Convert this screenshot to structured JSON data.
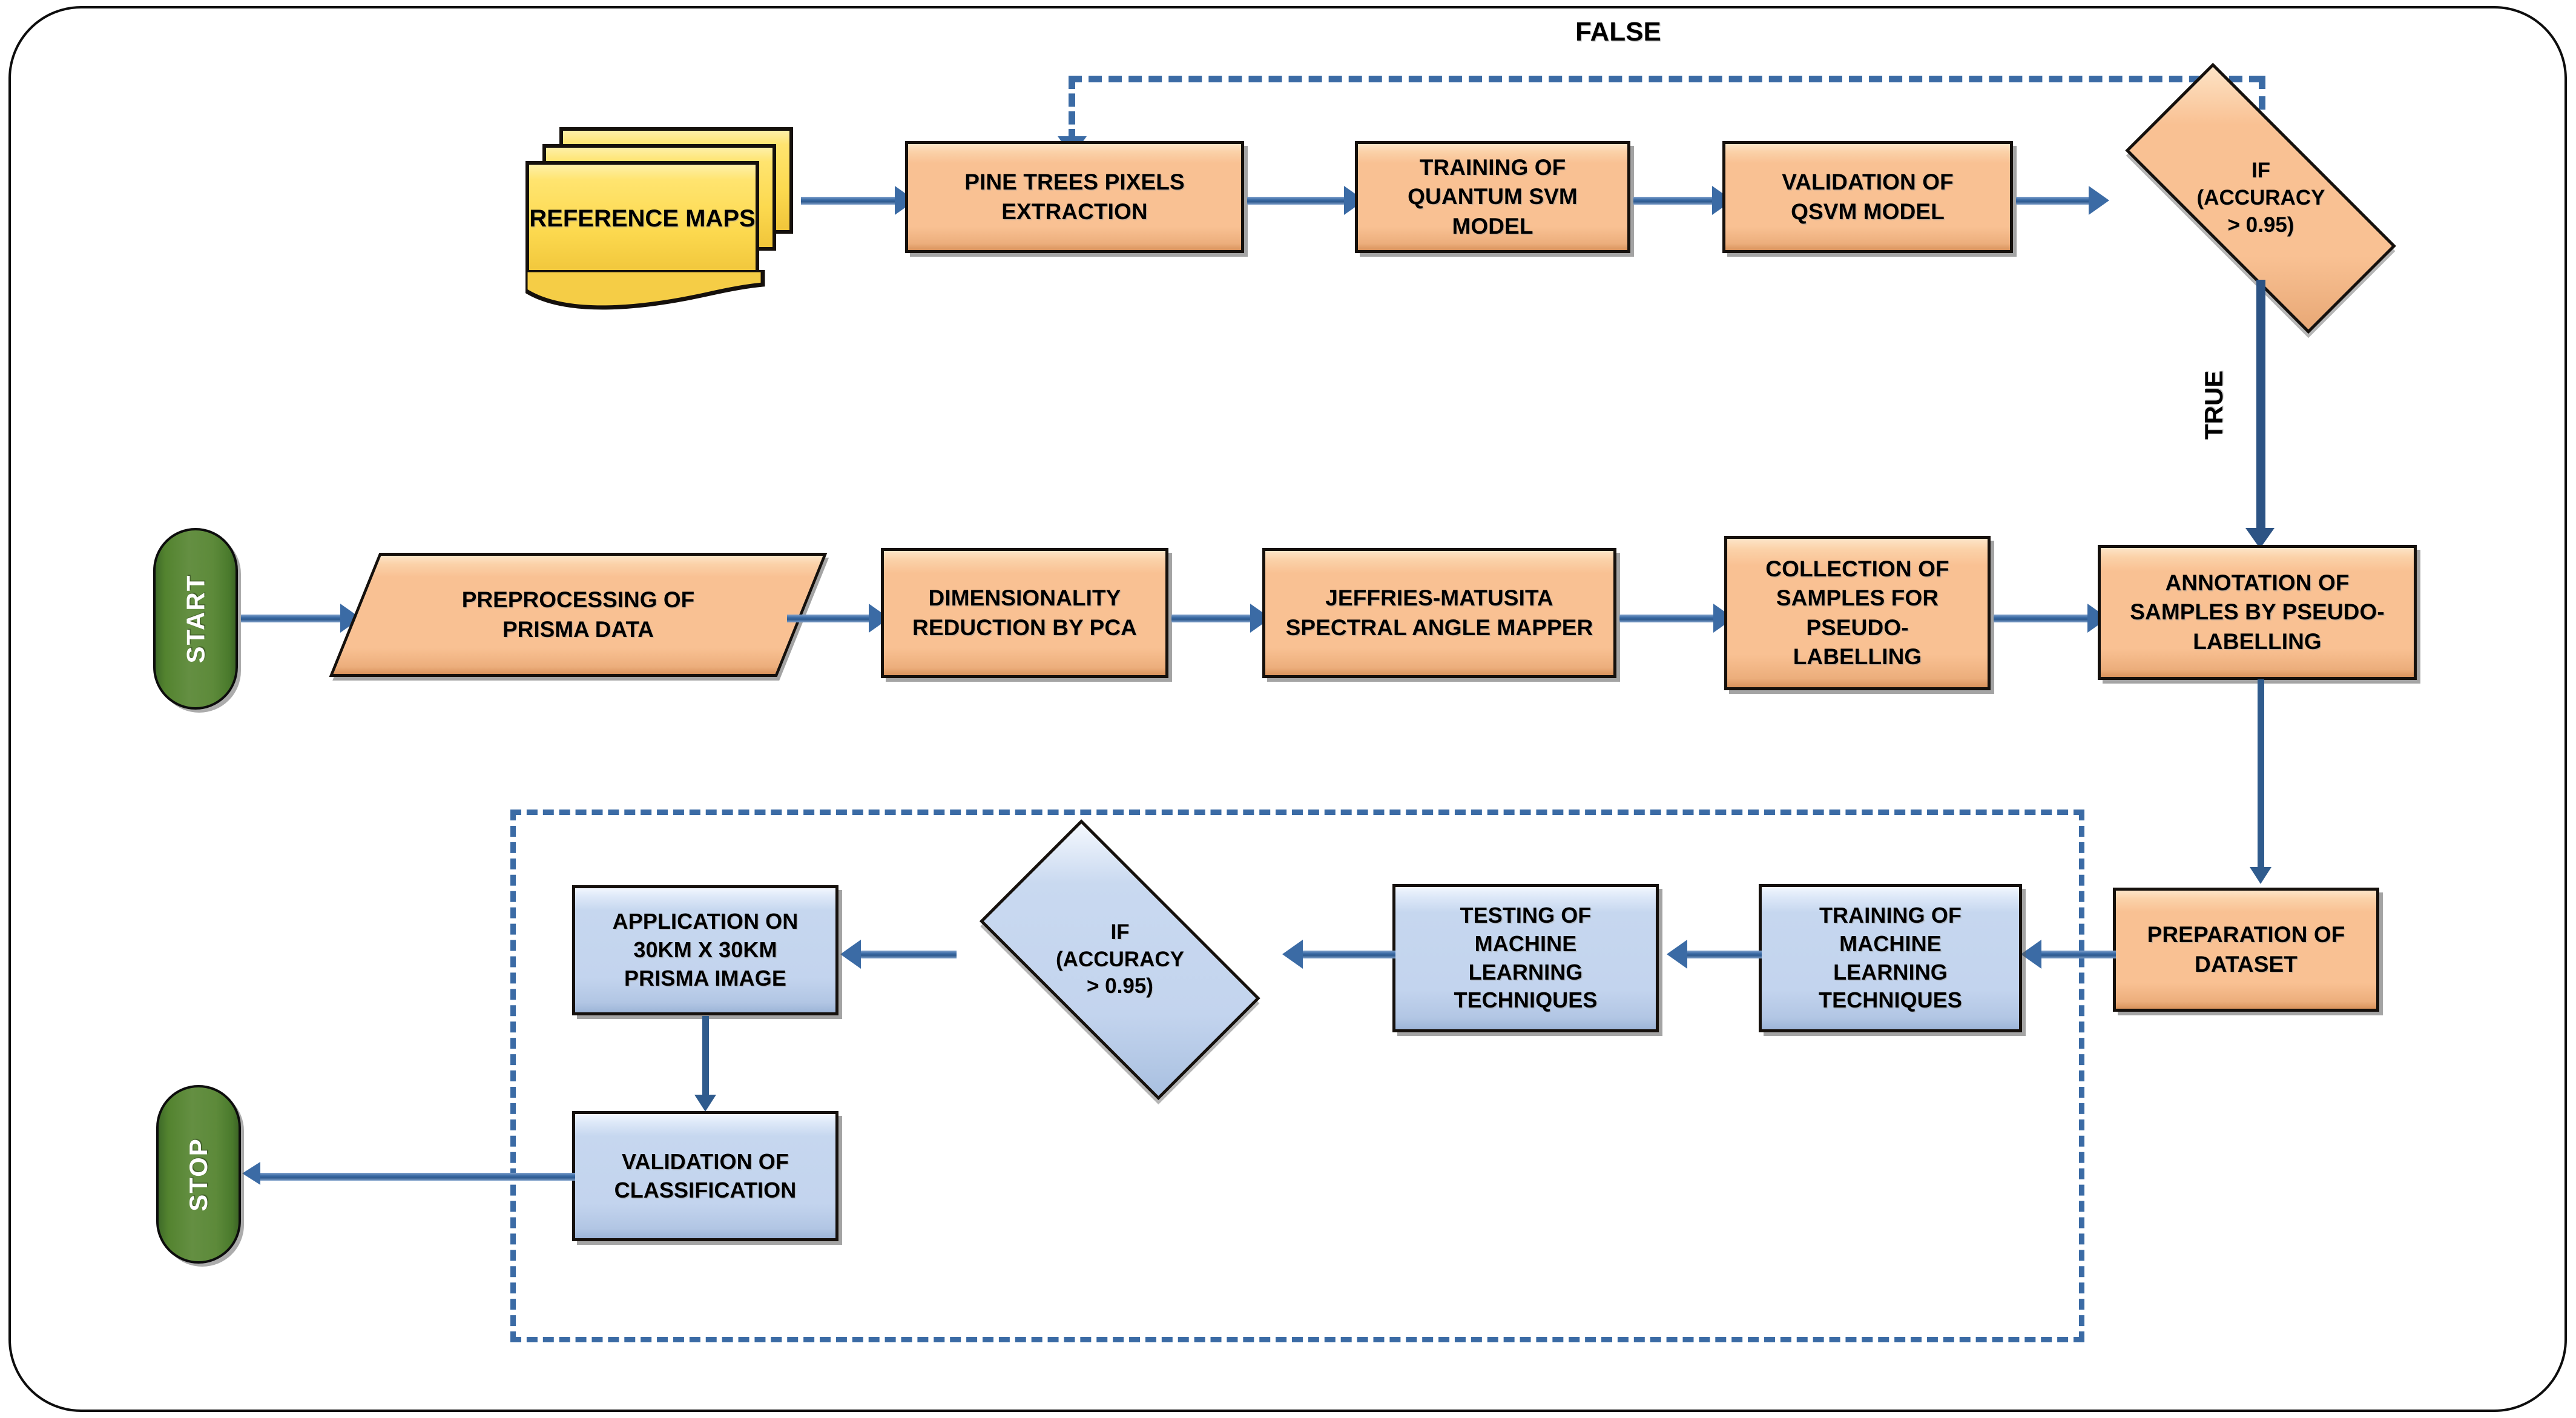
{
  "diagram": {
    "title": "PRISMA Pine Trees Classification Workflow Flowchart",
    "colors": {
      "process_orange": "#F9C193",
      "process_blue": "#C3D4EE",
      "terminator_green": "#5D8A3A",
      "document_yellow": "#FCD94F",
      "connector_blue": "#3B6BA5",
      "frame_black": "#0D0D0D"
    }
  },
  "terminators": {
    "start": "START",
    "stop": "STOP"
  },
  "documents": {
    "reference_maps": "REFERENCE MAPS"
  },
  "top_row": {
    "pine_trees": "PINE TREES PIXELS\nEXTRACTION",
    "training_qsvm": "TRAINING OF\nQUANTUM SVM\nMODEL",
    "validation_qsvm": "VALIDATION OF\nQSVM MODEL",
    "decision_qsvm": "IF\n(ACCURACY\n> 0.95)"
  },
  "middle_row": {
    "preprocessing": "PREPROCESSING OF\nPRISMA DATA",
    "dimensionality": "DIMENSIONALITY\nREDUCTION BY PCA",
    "jeffries": "JEFFRIES-MATUSITA\nSPECTRAL ANGLE MAPPER",
    "collection": "COLLECTION OF\nSAMPLES FOR\nPSEUDO-\nLABELLING",
    "annotation": "ANNOTATION OF\nSAMPLES BY PSEUDO-\nLABELLING"
  },
  "bottom_row": {
    "preparation_dataset": "PREPARATION OF\nDATASET",
    "training_ml": "TRAINING OF\nMACHINE\nLEARNING\nTECHNIQUES",
    "testing_ml": "TESTING OF\nMACHINE\nLEARNING\nTECHNIQUES",
    "decision_ml": "IF\n(ACCURACY\n> 0.95)",
    "application": "APPLICATION ON\n30KM X 30KM\nPRISMA IMAGE",
    "validation_classification": "VALIDATION OF\nCLASSIFICATION"
  },
  "branch_labels": {
    "false": "FALSE",
    "true": "TRUE"
  }
}
